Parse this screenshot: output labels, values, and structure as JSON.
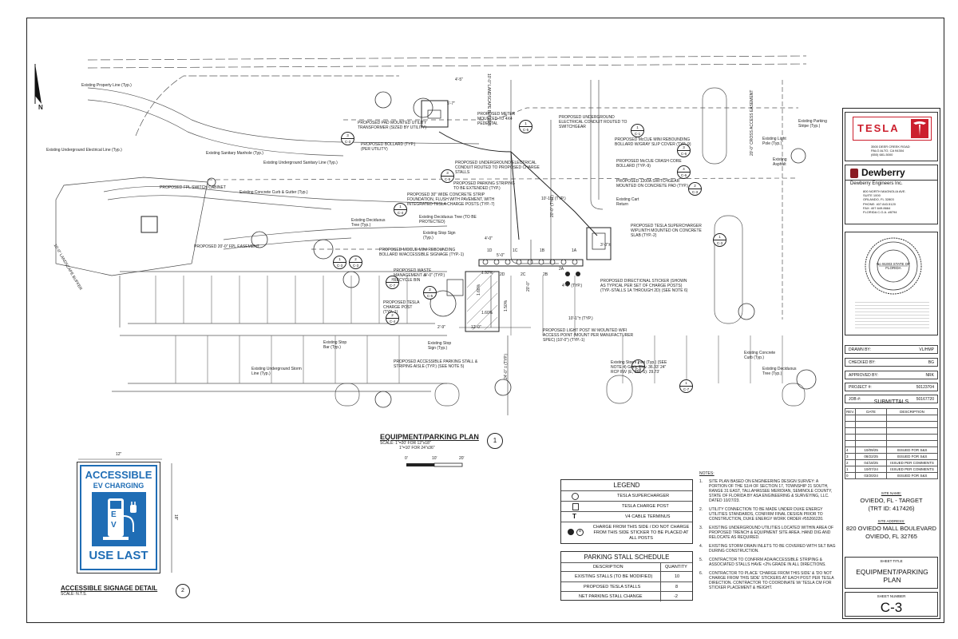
{
  "drawing": {
    "north": "N",
    "callouts": [
      {
        "num": "3",
        "sheet": "C-3"
      },
      {
        "num": "1",
        "sheet": "C-1"
      },
      {
        "num": "3",
        "sheet": "C-6"
      },
      {
        "num": "4",
        "sheet": "C-6"
      },
      {
        "num": "2",
        "sheet": "C-3"
      },
      {
        "num": "1",
        "sheet": "C-3"
      },
      {
        "num": "1",
        "sheet": "C-4"
      },
      {
        "num": "3",
        "sheet": "C-5"
      },
      {
        "num": "2",
        "sheet": "C-5"
      },
      {
        "num": "1",
        "sheet": "C-3"
      },
      {
        "num": "2",
        "sheet": "C-3"
      },
      {
        "num": "2",
        "sheet": "C-7"
      },
      {
        "num": "2",
        "sheet": "C-4"
      },
      {
        "num": "1",
        "sheet": "C-6"
      },
      {
        "num": "1",
        "sheet": "C-7"
      },
      {
        "num": "1",
        "sheet": "C-5"
      }
    ],
    "labels": {
      "existing_property_line": "Existing Property Line (Typ.)",
      "existing_ug_electrical": "Existing Underground Electrical Line (Typ.)",
      "existing_sanitary_manhole": "Existing Sanitary Manhole (Typ.)",
      "existing_ug_sanitary": "Existing Underground Sanitary Line (Typ.)",
      "existing_curb_gutter": "Existing Concrete Curb & Gutter (Typ.)",
      "proposed_fpl_switch": "PROPOSED FPL SWITCH CABINET",
      "proposed_fpl_easement": "PROPOSED 20'-0\" FPL EASEMENT",
      "landscape_buffer_left": "10'-0\" LANDSCAPE BUFFER",
      "landscape_buffer_top": "10'-0\" LANDSCAPE BUFFER",
      "pad_transformer": "PROPOSED PAD MOUNTED UTILITY TRANSFORMER (SIZED BY UTILITY)",
      "bollard": "PROPOSED BOLLARD (TYP.) (PER UTILITY)",
      "meter": "PROPOSED METER MOUNTED TO 4X4 PEDESTAL",
      "ug_conduit_switchgear": "PROPOSED UNDERGROUND ELECTRICAL CONDUIT ROUTED TO SWITCHGEAR",
      "mccue_mini": "PROPOSED McCUE MINI REBOUNDING BOLLARD W/GRAY SLIP COVER (TYP.-9)",
      "mccue_crash": "PROPOSED McCUE CRASH CORE BOLLARD (TYP.-9)",
      "ug_conduit_stalls": "PROPOSED UNDERGROUND ELECTRICAL CONDUIT ROUTED TO PROPOSED CHARGE STALLS",
      "switchgear": "PROPOSED 1200A SWITCHGEAR MOUNTED ON CONCRETE PAD (TYP.)",
      "striping": "PROPOSED PARKING STRIPING TO BE EXTENDED (TYP.)",
      "concrete_strip": "PROPOSED 30\" WIDE CONCRETE STRIP FOUNDATION, FLUSH WITH PAVEMENT, WITH INTEGRATED TESLA CHARGE POSTS (TYP.-7)",
      "deciduous_protected": "Existing Deciduous Tree (TO BE PROTECTED)",
      "existing_cart_return": "Existing Cart Return",
      "supercharger": "PROPOSED TESLA SUPERCHARGER W/PLINTH MOUNTED ON CONCRETE SLAB (TYP.-2)",
      "existing_deciduous": "Existing Deciduous Tree (Typ.)",
      "existing_stop_sign": "Existing Stop Sign (Typ.)",
      "mccue_accessible": "PROPOSED MCCUE MINI REBOUNDING BOLLARD W/ACCESSIBLE SIGNAGE (TYP.-1)",
      "waste": "PROPOSED WASTE MANAGEMENT & RECYCLE BIN",
      "charge_post": "PROPOSED TESLA CHARGE POST (TYP.-1)",
      "directional_sticker": "PROPOSED DIRECTIONAL STICKER (SHOWN AS TYPICAL PER SET OF CHARGE POSTS) (TYP.-STALLS 1A THROUGH 2D) (SEE NOTE 6)",
      "light_post": "PROPOSED LIGHT POST W/ MOUNTED WIFI ACCESS POINT (MOUNT PER MANUFACTURER SPEC) (10'-0\") (TYP.-1)",
      "accessible_stall": "PROPOSED ACCESSIBLE PARKING STALL & STRIPING AISLE (TYP.) (SEE NOTE 5)",
      "existing_storm_inlet": "Existing Storm Inlet (Typ.) (SEE NOTE 4) Grate Elev. 36.33' 24\" RCP INV (E, SW, S): 29.73'",
      "existing_stop_bar": "Existing Stop Bar (Typ.)",
      "existing_ug_storm": "Existing Underground Storm Line (Typ.)",
      "existing_concrete_curb": "Existing Concrete Curb (Typ.)",
      "existing_parking_stripe": "Existing Parking Stripe (Typ.)",
      "existing_light_pole": "Existing Light Pole (Typ.)",
      "existing_asphalt": "Existing Asphalt",
      "cross_access": "20'-0\" CROSS ACCESS EASEMENT",
      "stalls": [
        "1A",
        "1B",
        "1C",
        "1D",
        "2A",
        "2B",
        "2C",
        "2D"
      ],
      "dims": [
        "4'-0\"",
        "5'-0\"",
        "10'-1\"± (TYP.)",
        "12'-0\"",
        "2'-9\"",
        "4'-0\" (TYP.)",
        "20'-0\"",
        "1.92%",
        "1.68%",
        "1.60%",
        "1.50%",
        "3'-0\"±",
        "4'-0\" (TYP.)",
        "20'-0\" (TYP.)",
        "24'-0\" ± (TYP.)",
        "4'-5\"",
        "5'-7\"",
        "10'-1\"± (TYP.)"
      ]
    },
    "title": "EQUIPMENT/PARKING PLAN",
    "title_num": "1",
    "scale1": "SCALE: 1\"=20' FOR 12\"x18\"",
    "scale2": "1\"=10' FOR 24\"x36\"",
    "scale_ticks": [
      "0'",
      "10'",
      "20'"
    ]
  },
  "sign": {
    "width_dim": "12\"",
    "height_dim": "18\"",
    "line1": "ACCESSIBLE",
    "line2": "EV CHARGING",
    "ev_e": "E",
    "ev_v": "V",
    "line3": "USE LAST",
    "title": "ACCESSIBLE SIGNAGE DETAIL",
    "num": "2",
    "scale": "SCALE: N.T.S."
  },
  "legend": {
    "title": "LEGEND",
    "items": [
      {
        "symbol": "supercharger",
        "text": "TESLA SUPERCHARGER"
      },
      {
        "symbol": "charge-post",
        "text": "TESLA CHARGE POST"
      },
      {
        "symbol": "T",
        "text": "V4 CABLE TERMINUS"
      },
      {
        "symbol": "check-x",
        "text": "CHARGE FROM THIS SIDE / DO NOT CHARGE FROM THIS SIDE STICKER TO BE PLACED AT ALL POSTS"
      }
    ]
  },
  "schedule": {
    "title": "PARKING STALL SCHEDULE",
    "headers": [
      "DESCRIPTION",
      "QUANTITY"
    ],
    "rows": [
      {
        "desc": "EXISTING STALLS (TO BE MODIFIED)",
        "qty": "10"
      },
      {
        "desc": "PROPOSED TESLA STALLS",
        "qty": "8"
      },
      {
        "desc": "NET PARKING STALL CHANGE",
        "qty": "-2"
      }
    ]
  },
  "notes": {
    "title": "NOTES:",
    "items": [
      "SITE PLAN BASED ON ENGINEERING DESIGN SURVEY: A PORTION OF THE S1/4 OF SECTION 17, TOWNSHIP 21 SOUTH, RANGE 31 EAST, TALLAHASSEE MERIDIAN, SEMINOLE COUNTY, STATE OF FLORIDA BY ASA ENGINEERING & SURVEYING, LLC. DATED 10/27/23.",
      "UTILITY CONNECTION TO BE MADE UNDER DUKE ENERGY UTILITIES STANDARDS, CONFIRM FINAL DESIGN PRIOR TO CONSTRUCTION, DUKE ENERGY WORK ORDER #55266220.",
      "EXISTING UNDERGROUND UTILITIES LOCATED WITHIN AREA OF PROPOSED TRENCH & EQUIPMENT SITE AREA. HAND DIG AND RELOCATE AS REQUIRED.",
      "EXISTING STORM DRAIN INLETS TO BE COVERED WITH SILT BAG DURING CONSTRUCTION.",
      "CONTRACTOR TO CONFIRM ADA/ACCESSIBLE STRIPING & ASSOCIATED STALLS HAVE <2% GRADE IN ALL DIRECTIONS.",
      "CONTRACTOR TO PLACE 'CHARGE FROM THIS SIDE' & 'DO NOT CHARGE FROM THIS SIDE' STICKERS AT EACH POST PER TESLA DIRECTION. CONTRACTOR TO COORDINATE W/ TESLA CM FOR STICKER PLACEMENT & HEIGHT."
    ]
  },
  "titleblock": {
    "tesla_logo": "TESLA",
    "tesla_address": [
      "3500 DEER CREEK ROAD",
      "PALO ALTO, CA 94304",
      "(650) 681-5000"
    ],
    "dewberry_logo": "Dewberry",
    "dewberry_name": "Dewberry Engineers Inc.",
    "dewberry_address": [
      "800 NORTH MAGNOLIA AVE.",
      "SUITE 1000",
      "ORLANDO, FL 32803",
      "PHONE: 407.843.5120",
      "FAX: 407.649.8664",
      "FLORIDA C.O.A. #8794"
    ],
    "seal_text": "No 91003 STATE OF FLORIDA",
    "drawn_by_label": "DRAWN BY:",
    "drawn_by": "VL/HMP",
    "checked_by_label": "CHECKED BY:",
    "checked_by": "BG",
    "approved_by_label": "APPROVED BY:",
    "approved_by": "NRK",
    "project_label": "PROJECT #:",
    "project": "50123704",
    "job_label": "JOB #:",
    "job": "50167720",
    "submittals_title": "SUBMITTALS",
    "sub_headers": [
      "REV.",
      "DATE",
      "DESCRIPTION"
    ],
    "submittals": [
      {
        "rev": "4",
        "date": "10/09/25",
        "desc": "ISSUED FOR S&S"
      },
      {
        "rev": "3",
        "date": "08/22/25",
        "desc": "ISSUED FOR S&S"
      },
      {
        "rev": "2",
        "date": "04/18/25",
        "desc": "ISSUED PER COMMENTS"
      },
      {
        "rev": "1",
        "date": "10/07/24",
        "desc": "ISSUED PER COMMENTS"
      },
      {
        "rev": "0",
        "date": "03/20/24",
        "desc": "ISSUED FOR S&S"
      }
    ],
    "site_name_label": "SITE NAME:",
    "site_name": "OVIEDO, FL - TARGET",
    "site_name2": "(TRT ID: 417426)",
    "site_address_label": "SITE ADDRESS:",
    "site_address": "820 OVIEDO MALL BOULEVARD",
    "site_address2": "OVIEDO, FL 32765",
    "sheet_title_label": "SHEET TITLE",
    "sheet_title": "EQUIPMENT/PARKING PLAN",
    "sheet_number_label": "SHEET NUMBER",
    "sheet_number": "C-3"
  },
  "colors": {
    "sign_blue": "#1f6db5",
    "tesla_red": "#cc1f2d",
    "dewberry_red": "#8a1b22"
  }
}
